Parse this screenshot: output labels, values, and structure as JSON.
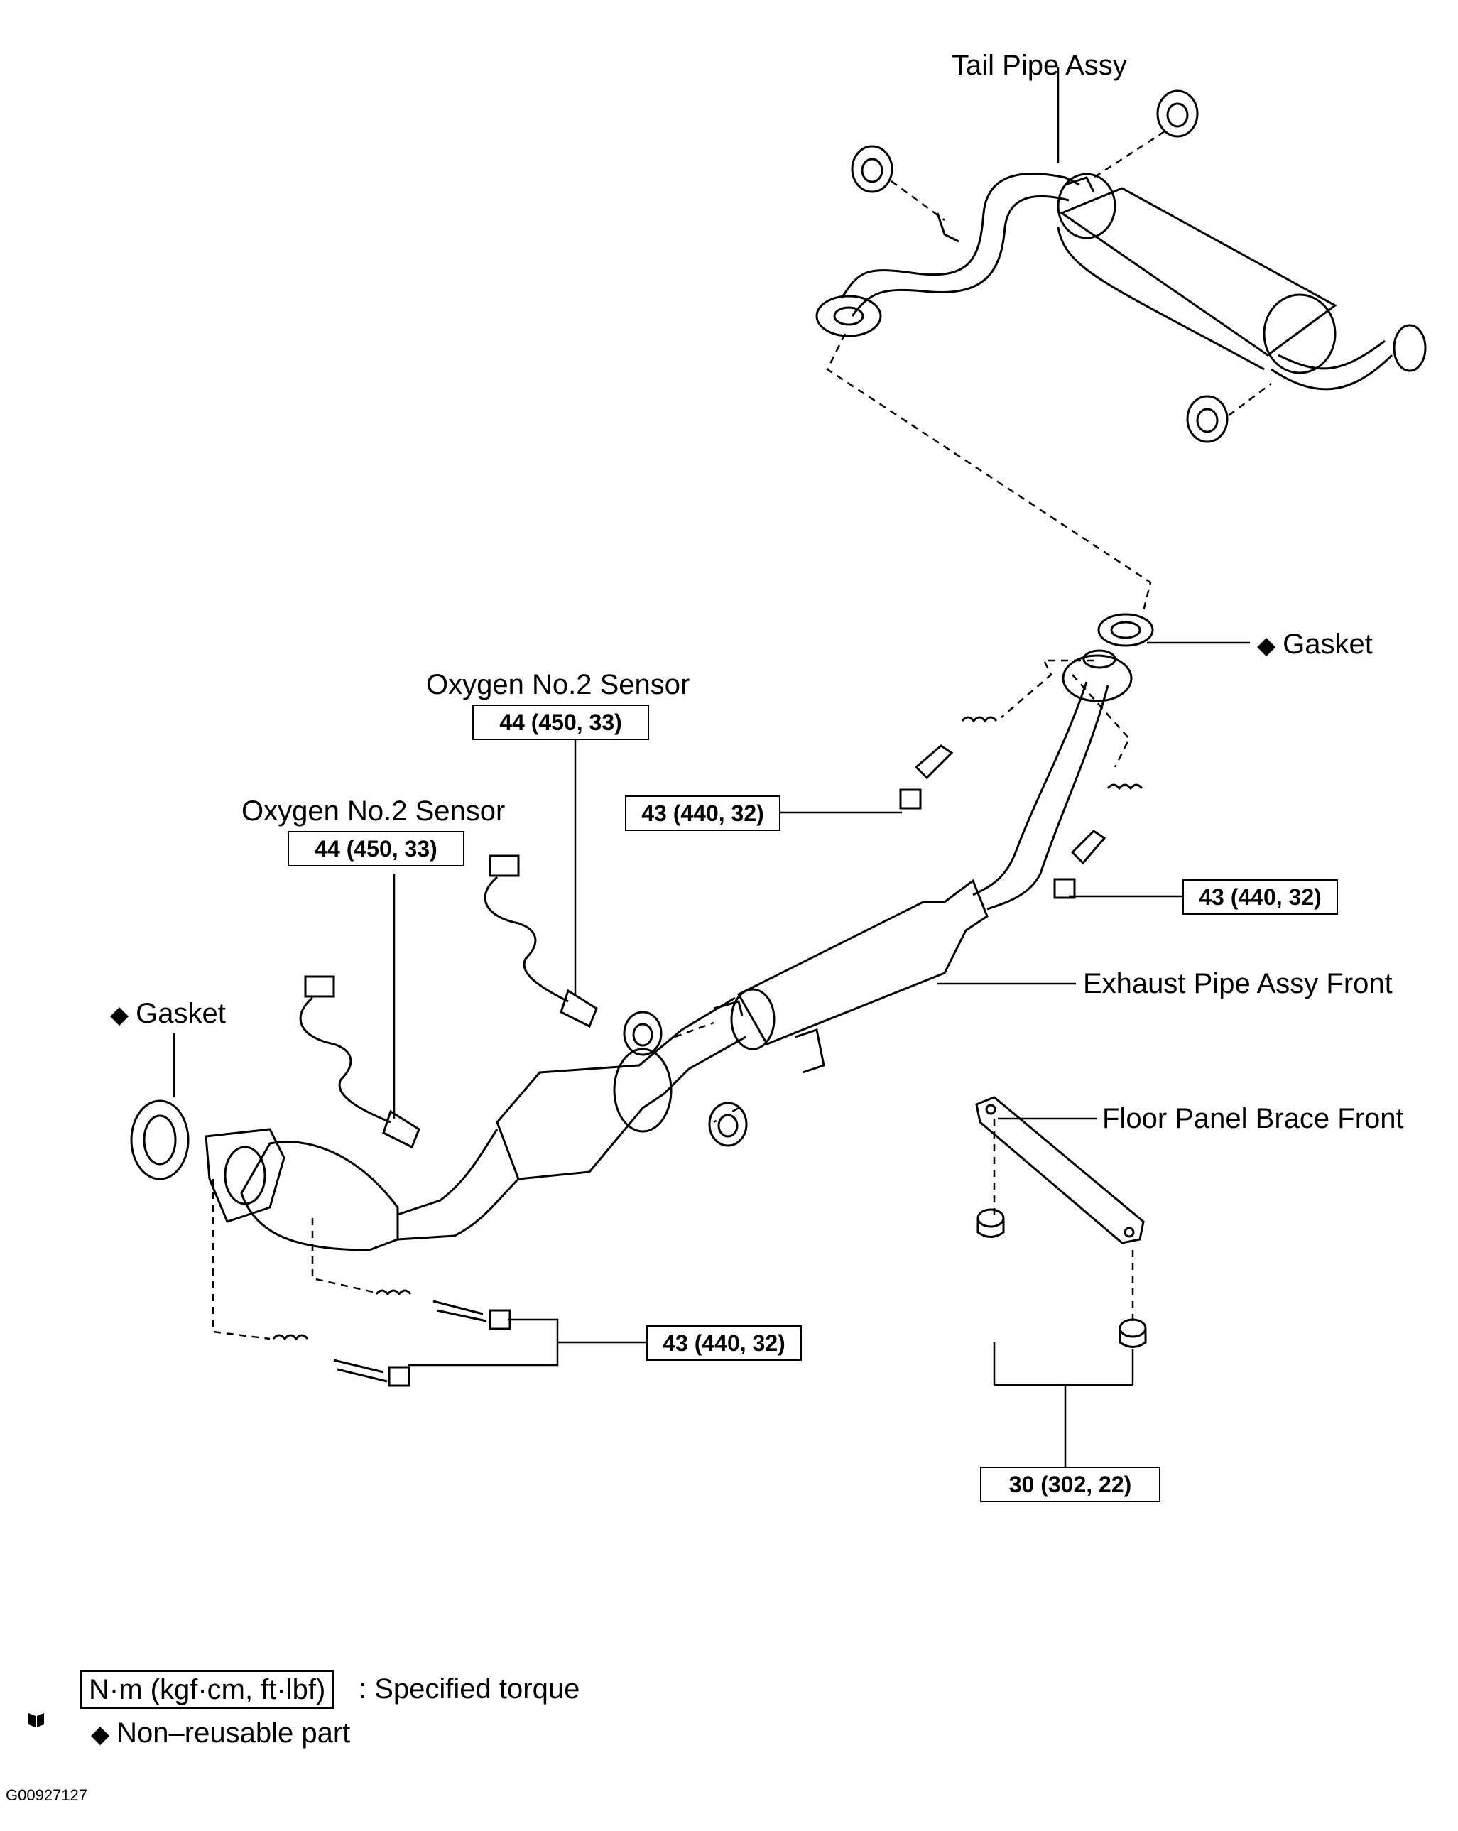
{
  "labels": {
    "tail_pipe": "Tail Pipe Assy",
    "gasket_right": "Gasket",
    "oxygen_sensor_upper": "Oxygen No.2 Sensor",
    "oxygen_sensor_lower": "Oxygen No.2 Sensor",
    "gasket_left": "Gasket",
    "exhaust_pipe": "Exhaust Pipe Assy Front",
    "floor_brace": "Floor Panel Brace Front"
  },
  "torques": {
    "oxygen_upper": "44 (450, 33)",
    "oxygen_lower": "44 (450, 33)",
    "bolt_center": "43 (440, 32)",
    "bolt_right": "43 (440, 32)",
    "bolt_bottom": "43 (440, 32)",
    "brace": "30 (302, 22)"
  },
  "symbols": {
    "diamond": "◆"
  },
  "legend": {
    "torque_unit": "N·m (kgf·cm, ft·lbf)",
    "torque_desc": ": Specified torque",
    "nonreusable": "Non–reusable part"
  },
  "figure_code": "G00927127",
  "icons": [
    "book-icon",
    "diamond-icon"
  ]
}
